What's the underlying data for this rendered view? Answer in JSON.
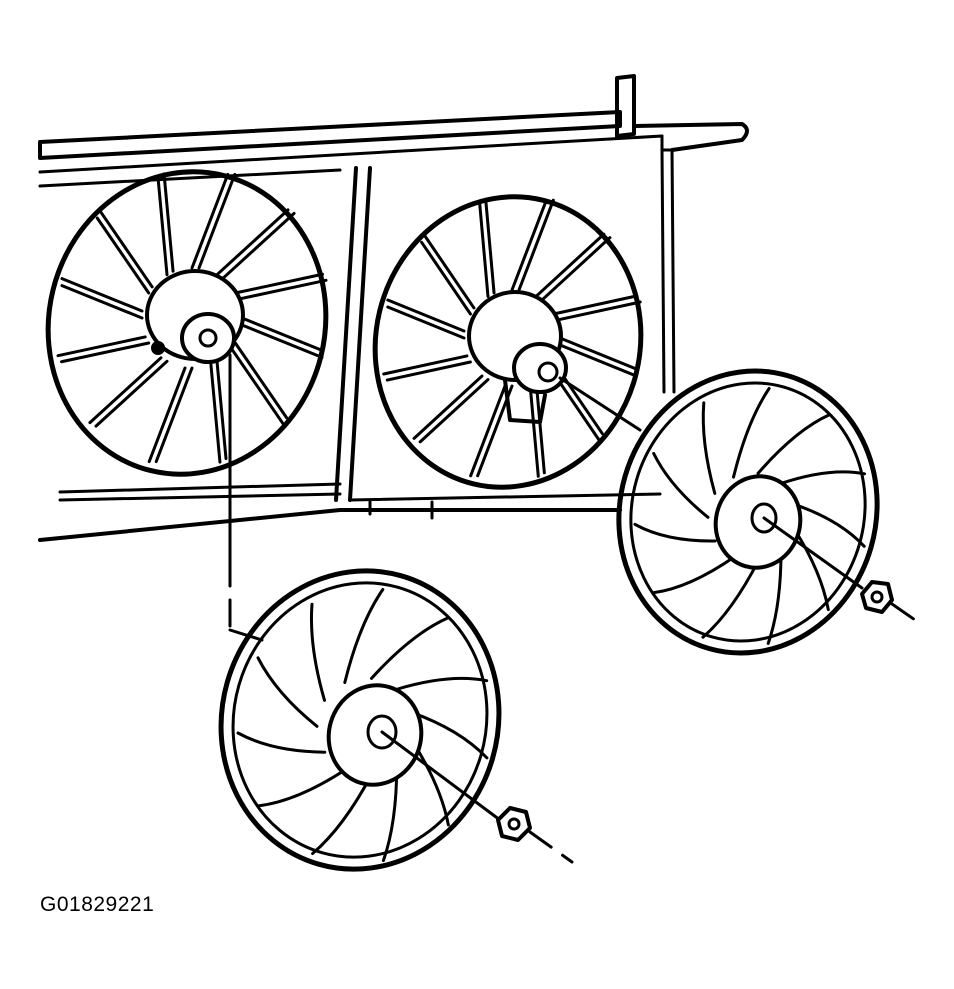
{
  "figure": {
    "id_label": "G01829221"
  },
  "colors": {
    "ink": "#000000",
    "paper": "#ffffff"
  },
  "parts": [
    {
      "name": "radiator-shroud",
      "description_icon": "shroud-frame-icon"
    },
    {
      "name": "left-fan-motor",
      "description_icon": "fan-motor-icon"
    },
    {
      "name": "right-fan-motor",
      "description_icon": "fan-motor-icon"
    },
    {
      "name": "left-fan-blade",
      "description_icon": "fan-blade-icon"
    },
    {
      "name": "right-fan-blade",
      "description_icon": "fan-blade-icon"
    },
    {
      "name": "left-retaining-nut",
      "description_icon": "nut-icon"
    },
    {
      "name": "right-retaining-nut",
      "description_icon": "nut-icon"
    }
  ]
}
